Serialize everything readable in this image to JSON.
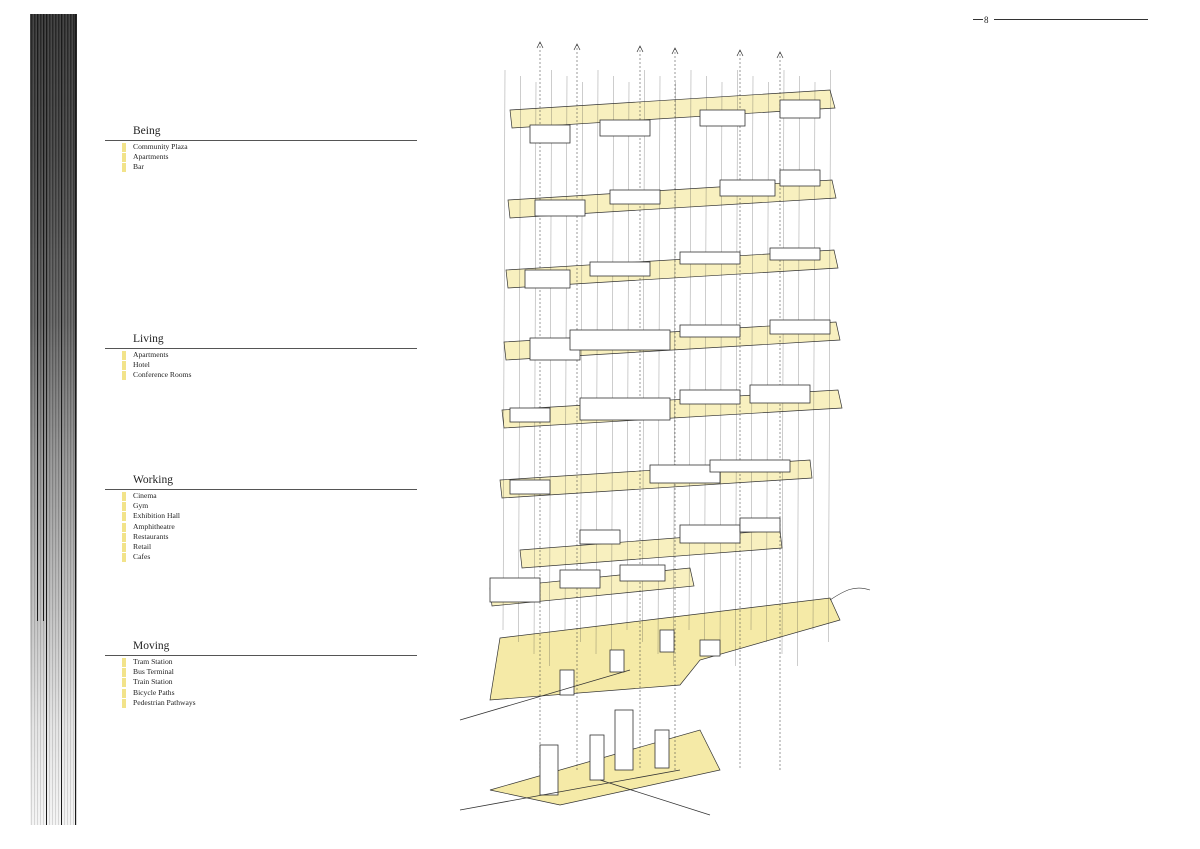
{
  "page_number": "8",
  "sections": {
    "being": {
      "title": "Being",
      "items": [
        "Community Plaza",
        "Apartments",
        "Bar"
      ]
    },
    "living": {
      "title": "Living",
      "items": [
        "Apartments",
        "Hotel",
        "Conference Rooms"
      ]
    },
    "working": {
      "title": "Working",
      "items": [
        "Cinema",
        "Gym",
        "Exhibition Hall",
        "Amphitheatre",
        "Restaurants",
        "Retail",
        "Cafes"
      ]
    },
    "moving": {
      "title": "Moving",
      "items": [
        "Tram Station",
        "Bus Terminal",
        "Train Station",
        "Bicycle Paths",
        "Pedestrian Pathways"
      ]
    }
  },
  "colors": {
    "highlight": "#f2e38a",
    "line": "#333333",
    "gradient_dark": "#2a2a2a",
    "gradient_light": "#f4f4f4"
  }
}
